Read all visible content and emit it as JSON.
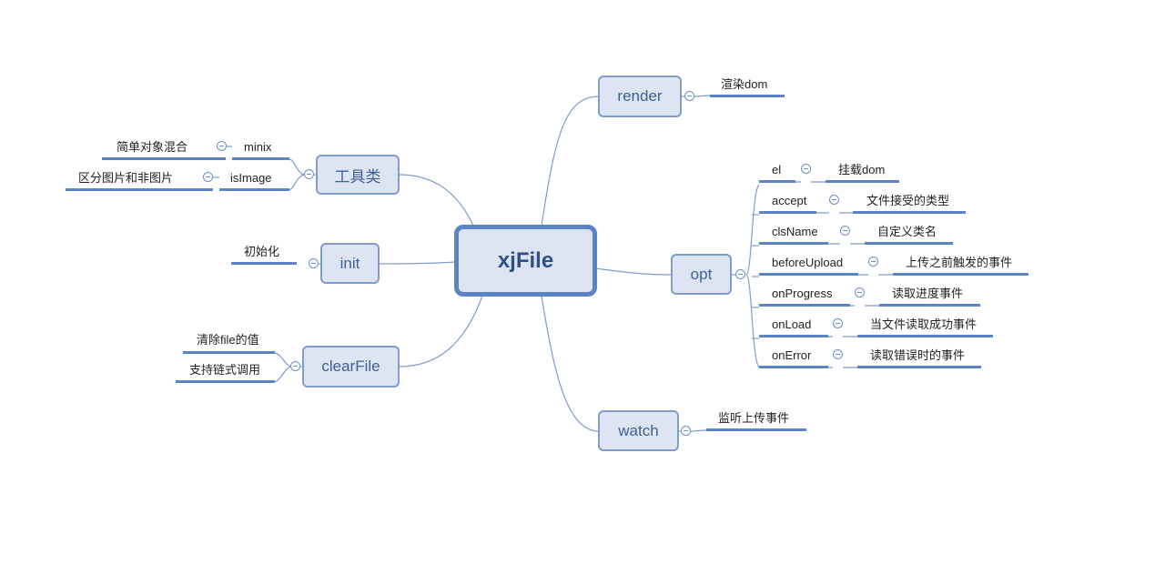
{
  "diagram": {
    "root": "xjFile",
    "nodes": {
      "render": {
        "label": "render",
        "children": [
          "渲染dom"
        ]
      },
      "tools": {
        "label": "工具类",
        "children": [
          {
            "label": "minix",
            "desc": "简单对象混合"
          },
          {
            "label": "isImage",
            "desc": "区分图片和非图片"
          }
        ]
      },
      "init": {
        "label": "init",
        "children": [
          "初始化"
        ]
      },
      "clearFile": {
        "label": "clearFile",
        "children": [
          "清除file的值",
          "支持链式调用"
        ]
      },
      "opt": {
        "label": "opt",
        "children": [
          {
            "label": "el",
            "desc": "挂载dom"
          },
          {
            "label": "accept",
            "desc": "文件接受的类型"
          },
          {
            "label": "clsName",
            "desc": "自定义类名"
          },
          {
            "label": "beforeUpload",
            "desc": "上传之前触发的事件"
          },
          {
            "label": "onProgress",
            "desc": "读取进度事件"
          },
          {
            "label": "onLoad",
            "desc": "当文件读取成功事件"
          },
          {
            "label": "onError",
            "desc": "读取错误时的事件"
          }
        ]
      },
      "watch": {
        "label": "watch",
        "children": [
          "监听上传事件"
        ]
      }
    },
    "colors": {
      "line": "#5b84c4",
      "branch": "#7f9ccc",
      "box_fill": "#dde5f2",
      "text": "#3f5f96"
    }
  }
}
